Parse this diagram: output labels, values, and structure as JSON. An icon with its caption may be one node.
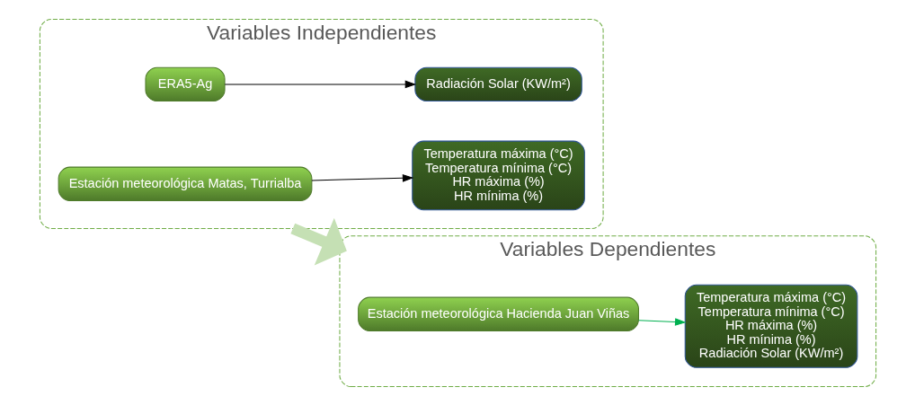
{
  "diagram": {
    "nodes": [
      {
        "text": [
          "Variables Independientes"
        ]
      },
      {
        "text": [
          "Estación meteorológica Matas, Turrialba"
        ],
        "in": 0
      },
      {
        "text": [
          "Temperatura máxima (°C)",
          "Temperatura mínima (°C)",
          "HR máxima (%)",
          "HR mínima (%)"
        ],
        "in": 0
      },
      {
        "text": [
          "ERA5-Ag"
        ],
        "in": 0
      },
      {
        "text": [
          "Radiación Solar (KW/m²)"
        ],
        "in": 0
      },
      {
        "text": [
          "Variables Dependientes"
        ]
      },
      {
        "text": [
          "Estación meteorológica Hacienda Juan Viñas"
        ],
        "in": 5
      },
      {
        "text": [
          "Temperatura máxima (°C)",
          "Temperatura mínima (°C)",
          "HR máxima (%)",
          "HR mínima (%)",
          "Radiación Solar (KW/m²)"
        ],
        "in": 5
      }
    ],
    "edges": [
      {
        "from": 1,
        "to": 2,
        "arrow": "to"
      },
      {
        "from": 3,
        "to": 4,
        "arrow": "to"
      },
      {
        "from": 0,
        "to": 5,
        "arrow": "to",
        "style": "thick",
        "color": "#c5e0b4"
      },
      {
        "from": 6,
        "to": 7,
        "arrow": "to",
        "color": "#00b050"
      }
    ]
  }
}
